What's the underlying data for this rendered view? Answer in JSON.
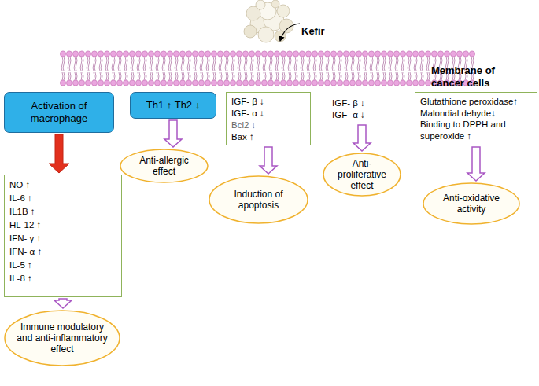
{
  "diagram": {
    "nodes": [
      {
        "text": [
          "Activation of macrophage"
        ]
      },
      {
        "text": [
          "NO ↑",
          "IL-6 ↑",
          "IL1B ↑",
          "HL-12 ↑",
          "IFN- γ ↑",
          "IFN- α ↑",
          "IL-5 ↑",
          "IL-8 ↑"
        ]
      },
      {
        "text": [
          "Immune modulatory and anti-inflammatory effect"
        ]
      },
      {
        "text": [
          "Th1 ↑ Th2 ↓"
        ]
      },
      {
        "text": [
          "Anti-allergic effect"
        ]
      },
      {
        "text": [
          "IGF- β ↓",
          "IGF- α ↓",
          "Bcl2 ↓",
          "Bax ↑"
        ]
      },
      {
        "text": [
          "Induction of apoptosis"
        ]
      },
      {
        "text": [
          "IGF- β ↓",
          "IGF- α ↓"
        ]
      },
      {
        "text": [
          "Anti-proliferative effect"
        ]
      },
      {
        "text": [
          "Glutathione peroxidase↑",
          "Malondial dehyde↓",
          "Binding to DPPH and superoxide ↑"
        ]
      },
      {
        "text": [
          "Anti-oxidative activity"
        ]
      }
    ],
    "edges": [
      {
        "from": 0,
        "to": 1,
        "arrow": "to"
      },
      {
        "from": 1,
        "to": 2,
        "arrow": "to"
      },
      {
        "from": 3,
        "to": 4,
        "arrow": "to"
      },
      {
        "from": 5,
        "to": 6,
        "arrow": "to"
      },
      {
        "from": 7,
        "to": 8,
        "arrow": "to"
      },
      {
        "from": 9,
        "to": 10,
        "arrow": "to"
      }
    ],
    "labels": [
      "Kefir",
      "Membrane of cancer cells"
    ]
  }
}
